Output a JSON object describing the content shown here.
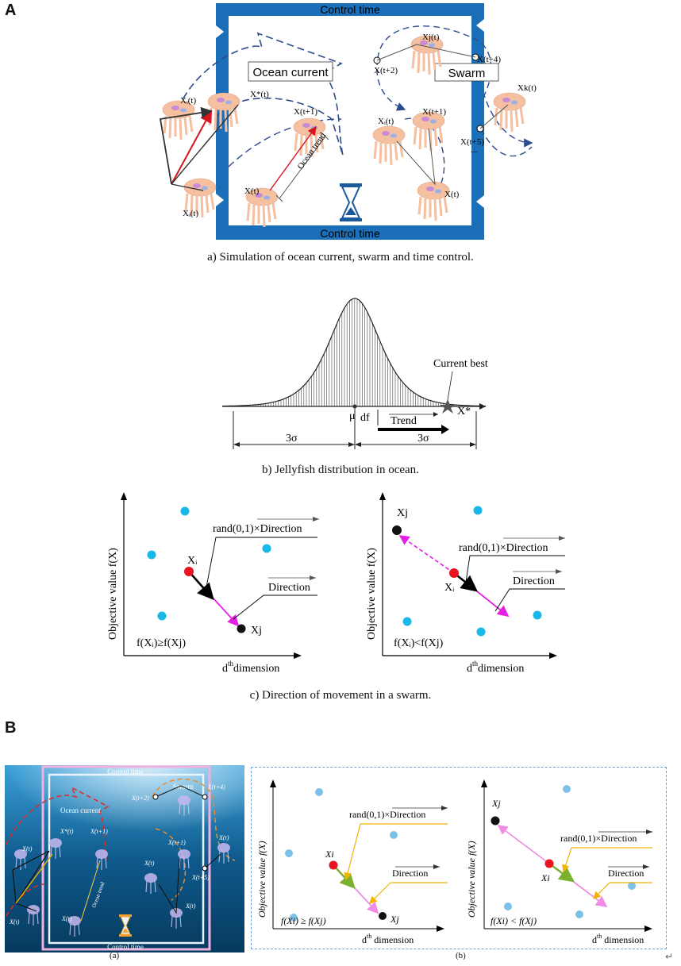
{
  "panel_a": {
    "letter": "A",
    "diagram": {
      "control_time_top": "Control time",
      "control_time_bottom": "Control time",
      "ocean_current_label": "Ocean current",
      "swarm_label": "Swarm",
      "ocean_trend_label": "Ocean trend",
      "xi_t": "Xᵢ(t)",
      "x_star_t": "X*(t)",
      "x_t_plus_1": "X(t+1)",
      "x_t": "X(t)",
      "xi_t_left_lower": "Xᵢ(t)",
      "xj_t_top": "Xj(t)",
      "x_t_plus_2": "X(t+2)",
      "x_t_plus_4": "X(t+4)",
      "x_t_plus_5": "X(t+5)",
      "xk_t": "Xk(t)",
      "xi_t_swarm": "Xᵢ(t)",
      "x_t_plus_1_swarm": "X(t+1)",
      "x_t_swarm": "X(t)",
      "ellipsis": "..."
    },
    "caption_a": "a)  Simulation of ocean current, swarm and time control.",
    "distribution": {
      "mu": "μ",
      "df": "df",
      "trend": "Trend",
      "current_best": "Current best",
      "x_star": "X*",
      "sigma_left": "3σ",
      "sigma_right": "3σ"
    },
    "caption_b": "b)  Jellyfish distribution in ocean.",
    "movement_left": {
      "ylabel": "Objective value f(X)",
      "xlabel_d": "d",
      "xlabel_th": "th",
      "xlabel_rest": "dimension",
      "rand_label": "rand(0,1)×Direction",
      "direction_label": "Direction",
      "xi": "Xᵢ",
      "xj": "Xj",
      "condition": "f(Xᵢ)≥f(Xj)"
    },
    "movement_right": {
      "ylabel": "Objective value f(X)",
      "xlabel_d": "d",
      "xlabel_th": "th",
      "xlabel_rest": "dimension",
      "rand_label": "rand(0,1)×Direction",
      "direction_label": "Direction",
      "xi": "Xᵢ",
      "xj": "Xj",
      "condition": "f(Xᵢ)<f(Xj)"
    },
    "caption_c": "c)  Direction of movement in a swarm."
  },
  "panel_b": {
    "letter": "B",
    "photo": {
      "control_time_top": "Control time",
      "control_time_bottom": "Control time",
      "ocean_current": "Ocean current",
      "swarm": "Swarm",
      "ocean_trend": "Ocean trend",
      "labels": [
        "X(t)",
        "X*(t)",
        "X(t+1)",
        "X(t)",
        "X(t)",
        "X(t+2)",
        "X(t+4)",
        "X(t+1)",
        "X(t)",
        "X(t)",
        "X(t+5)",
        "X(t)"
      ]
    },
    "sub_a": "(a)",
    "sub_b": "(b)",
    "left": {
      "ylabel": "Objective value f(X)",
      "xlabel": "d",
      "xlabel_th": "th",
      "xlabel_rest": " dimension",
      "rand_label": "rand(0,1)×Direction",
      "direction_label": "Direction",
      "xi": "Xi",
      "xj": "Xj",
      "condition": "f(Xi) ≥ f(Xj)"
    },
    "right": {
      "ylabel": "Objective value f(X)",
      "xlabel": "d",
      "xlabel_th": "th",
      "xlabel_rest": " dimension",
      "rand_label": "rand(0,1)×Direction",
      "direction_label": "Direction",
      "xi": "Xi",
      "xj": "Xj",
      "condition": "f(Xi) < f(Xj)"
    },
    "return_mark": "↵"
  },
  "colors": {
    "frame_blue": "#1a6fb8",
    "dash_blue": "#2c4a8c",
    "jelly": "#f4c0a0",
    "dot_cyan": "#19b8e8",
    "dot_red": "#e8141e",
    "arrow_magenta": "#e61ee6",
    "arrow_yellow": "#f0b400",
    "arrow_pink": "#f08ce6",
    "arrow_green": "#7ab030",
    "ocean": "#0f5a8c"
  }
}
